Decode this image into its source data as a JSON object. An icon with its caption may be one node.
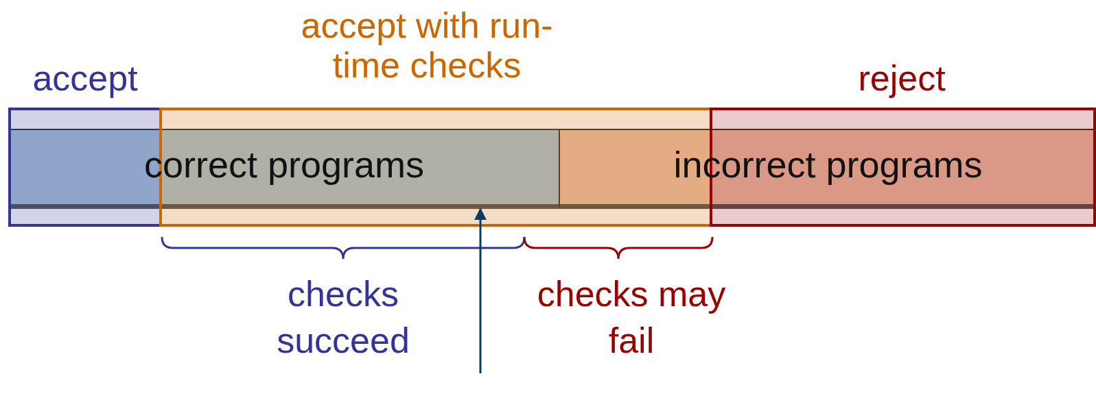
{
  "diagram": {
    "nodes": [
      {
        "text": [
          "accept"
        ]
      },
      {
        "text": [
          "accept with run-time checks"
        ]
      },
      {
        "text": [
          "reject"
        ]
      },
      {
        "text": [
          "correct programs"
        ]
      },
      {
        "text": [
          "incorrect programs"
        ]
      }
    ],
    "edges": [
      {
        "from": null,
        "to": 3,
        "arrow": "to"
      }
    ],
    "labels": [
      "checks succeed",
      "checks may fail"
    ]
  }
}
